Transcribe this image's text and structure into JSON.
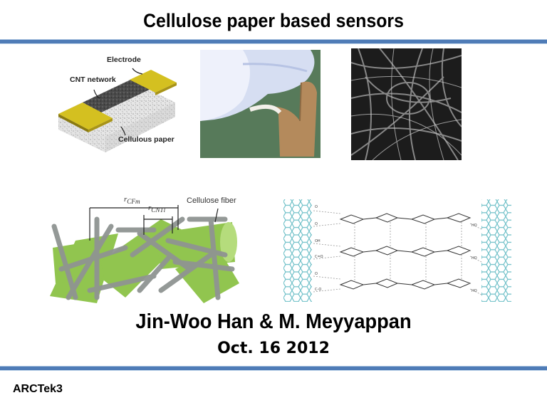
{
  "slide": {
    "title": "Cellulose paper based sensors",
    "authors": "Jin-Woo Han & M. Meyyappan",
    "date": "Oct. 16 2012",
    "footer": "ARCTek3",
    "accent_color": "#4f7cb7"
  },
  "figures": {
    "device_schematic": {
      "labels": {
        "electrode": "Electrode",
        "cnt_network": "CNT network",
        "paper": "Cellulous paper"
      }
    },
    "bent_paper_photo": {
      "description": "gloved hand bending a CNT-coated paper strip"
    },
    "sem_image": {
      "description": "SEM micrograph of fiber network"
    },
    "cnt_fiber_diagram": {
      "labels": {
        "r_cf": "r",
        "r_cf_sub": "CFm",
        "r_cnt": "r",
        "r_cnt_sub": "CNTl",
        "fiber": "Cellulose fiber"
      }
    },
    "chemistry_diagram": {
      "description": "cellulose chains hydrogen-bonded between carbon nanotube walls"
    }
  }
}
